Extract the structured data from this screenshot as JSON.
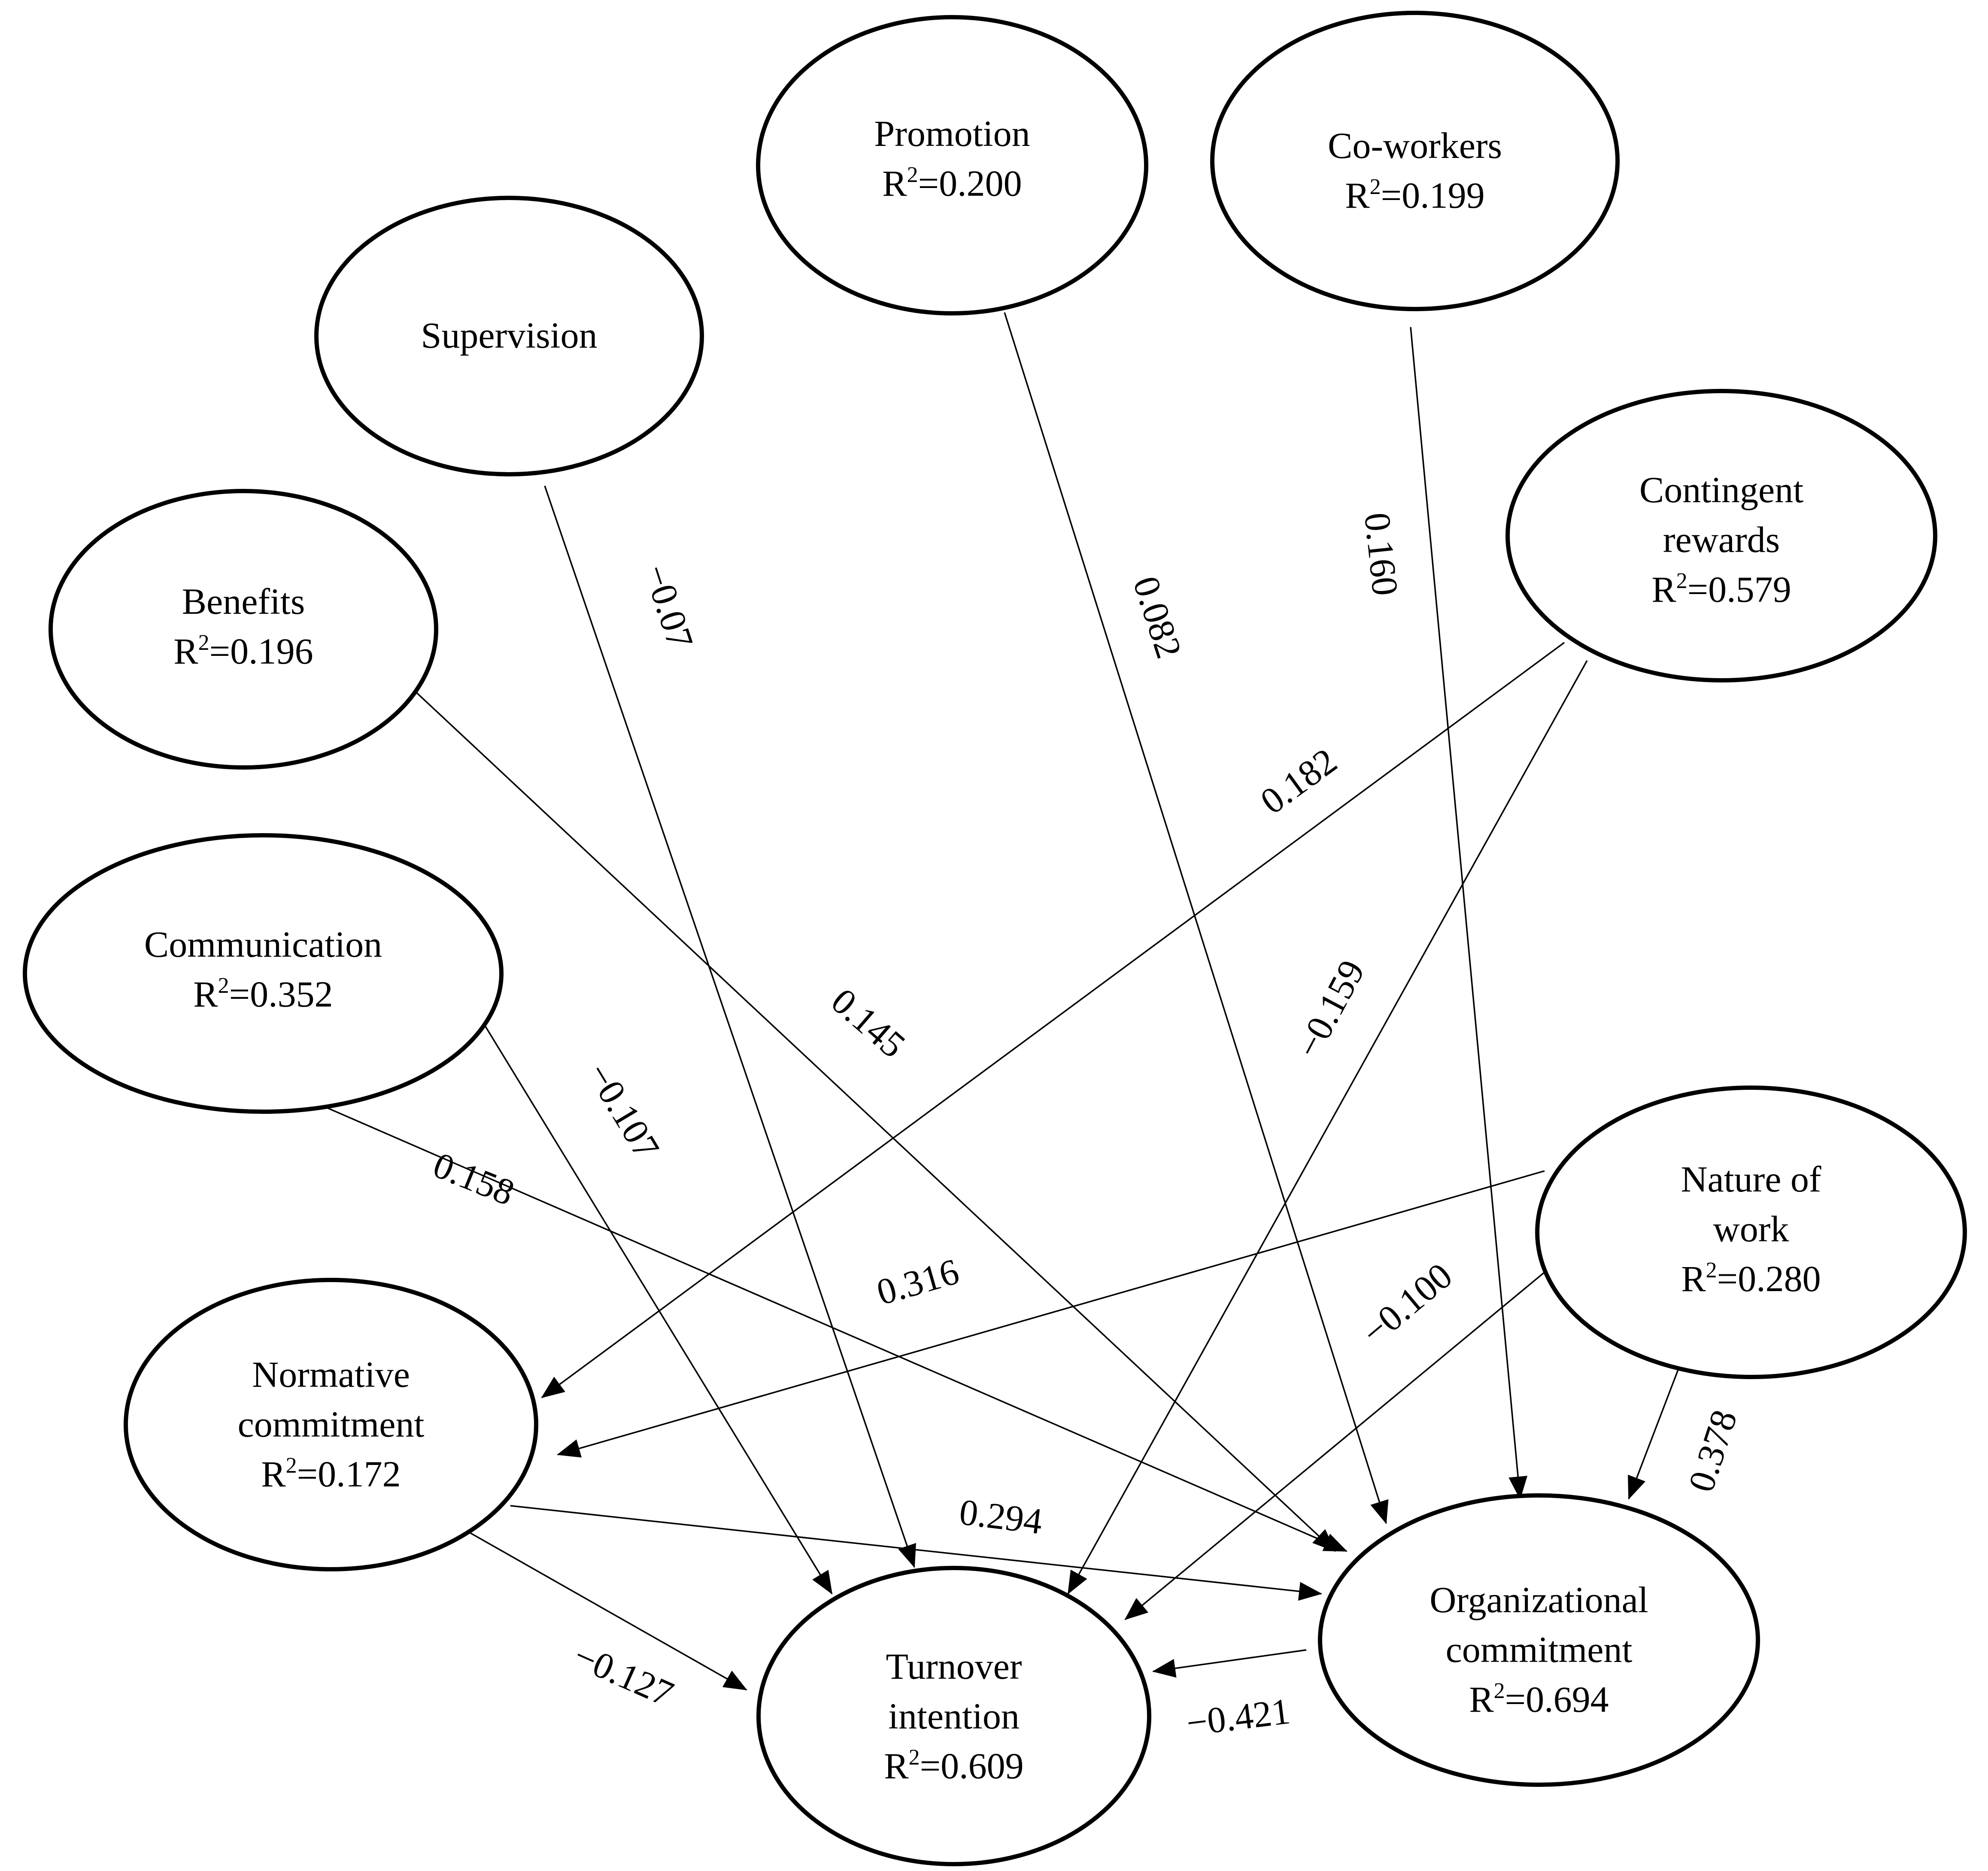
{
  "nodes": {
    "promotion": {
      "name": "Promotion",
      "r2_prefix": "R",
      "r2_sup": "2",
      "r2_value": "=0.200"
    },
    "coworkers": {
      "name": "Co-workers",
      "r2_prefix": "R",
      "r2_sup": "2",
      "r2_value": "=0.199"
    },
    "supervision": {
      "name": "Supervision"
    },
    "contingent_rewards": {
      "name_line1": "Contingent",
      "name_line2": "rewards",
      "r2_prefix": "R",
      "r2_sup": "2",
      "r2_value": "=0.579"
    },
    "benefits": {
      "name": "Benefits",
      "r2_prefix": "R",
      "r2_sup": "2",
      "r2_value": "=0.196"
    },
    "communication": {
      "name": "Communication",
      "r2_prefix": "R",
      "r2_sup": "2",
      "r2_value": "=0.352"
    },
    "nature_of_work": {
      "name_line1": "Nature of",
      "name_line2": "work",
      "r2_prefix": "R",
      "r2_sup": "2",
      "r2_value": "=0.280"
    },
    "normative_commitment": {
      "name_line1": "Normative",
      "name_line2": "commitment",
      "r2_prefix": "R",
      "r2_sup": "2",
      "r2_value": "=0.172"
    },
    "turnover_intention": {
      "name_line1": "Turnover",
      "name_line2": "intention",
      "r2_prefix": "R",
      "r2_sup": "2",
      "r2_value": "=0.609"
    },
    "organizational_commitment": {
      "name_line1": "Organizational",
      "name_line2": "commitment",
      "r2_prefix": "R",
      "r2_sup": "2",
      "r2_value": "=0.694"
    }
  },
  "edges": [
    {
      "from": "Supervision",
      "to": "Turnover intention",
      "coefficient": "−0.07"
    },
    {
      "from": "Promotion",
      "to": "Organizational commitment",
      "coefficient": "0.082"
    },
    {
      "from": "Co-workers",
      "to": "Organizational commitment",
      "coefficient": "0.160"
    },
    {
      "from": "Contingent rewards",
      "to": "Normative commitment",
      "coefficient": "0.182"
    },
    {
      "from": "Contingent rewards",
      "to": "Turnover intention",
      "coefficient": "−0.159"
    },
    {
      "from": "Benefits",
      "to": "Organizational commitment",
      "coefficient": "0.145"
    },
    {
      "from": "Communication",
      "to": "Turnover intention",
      "coefficient": "−0.107"
    },
    {
      "from": "Communication",
      "to": "Organizational commitment",
      "coefficient": "0.158"
    },
    {
      "from": "Nature of work",
      "to": "Normative commitment",
      "coefficient": "0.316"
    },
    {
      "from": "Nature of work",
      "to": "Turnover intention",
      "coefficient": "−0.100"
    },
    {
      "from": "Nature of work",
      "to": "Organizational commitment",
      "coefficient": "0.378"
    },
    {
      "from": "Normative commitment",
      "to": "Organizational commitment",
      "coefficient": "0.294"
    },
    {
      "from": "Normative commitment",
      "to": "Turnover intention",
      "coefficient": "−0.127"
    },
    {
      "from": "Organizational commitment",
      "to": "Turnover intention",
      "coefficient": "−0.421"
    }
  ]
}
